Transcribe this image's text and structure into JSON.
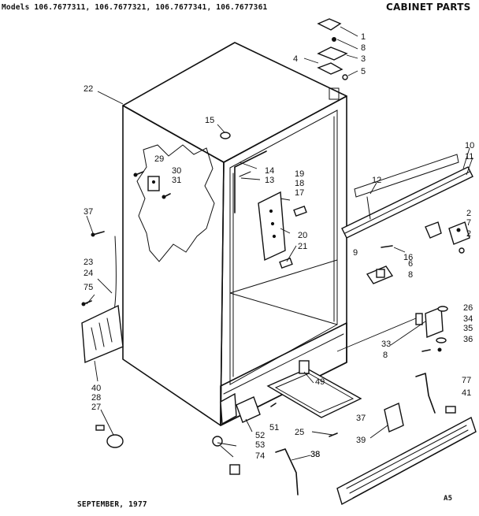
{
  "header": {
    "models": "Models 106.7677311, 106.7677321, 106.7677341, 106.7677361",
    "title": "CABINET PARTS"
  },
  "footer": {
    "date": "SEPTEMBER, 1977",
    "code": "A5"
  },
  "callouts": [
    "1",
    "8",
    "3",
    "5",
    "4",
    "22",
    "15",
    "29",
    "30",
    "31",
    "14",
    "13",
    "19",
    "18",
    "17",
    "20",
    "21",
    "10",
    "11",
    "12",
    "2",
    "7",
    "2",
    "9",
    "16",
    "6",
    "8",
    "37",
    "23",
    "24",
    "75",
    "40",
    "28",
    "27",
    "26",
    "34",
    "35",
    "36",
    "33",
    "8",
    "49",
    "51",
    "52",
    "53",
    "74",
    "38",
    "77",
    "41",
    "37",
    "25",
    "39",
    "38"
  ]
}
